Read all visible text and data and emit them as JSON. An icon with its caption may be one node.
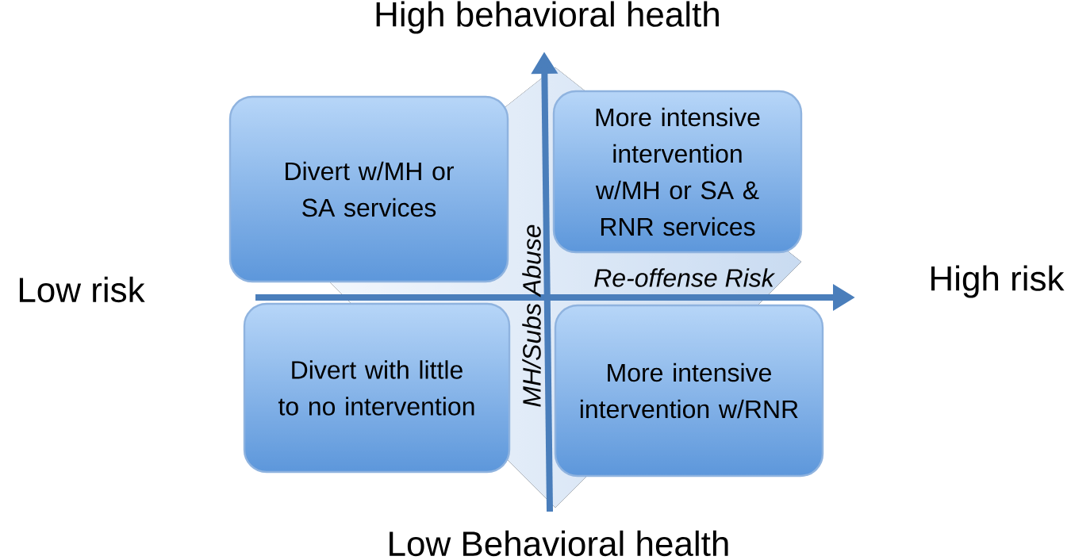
{
  "diagram": {
    "nodes": [
      {
        "text": [
          "Divert w/MH or SA services"
        ]
      },
      {
        "text": [
          "More intensive intervention w/MH or SA & RNR services"
        ]
      },
      {
        "text": [
          "Divert with little to no intervention"
        ]
      },
      {
        "text": [
          "More intensive intervention w/RNR"
        ]
      }
    ],
    "labels": [
      "High behavioral health",
      "Low risk",
      "Re-offense Risk",
      "High risk",
      "MH/Subs Abuse",
      "Low Behavioral health"
    ]
  }
}
